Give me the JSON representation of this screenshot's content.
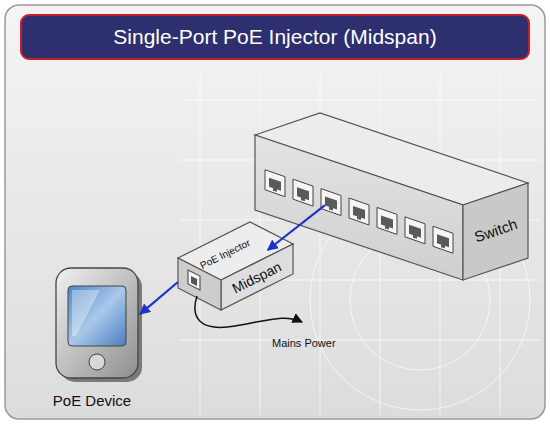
{
  "diagram": {
    "title": "Single-Port PoE Injector (Midspan)",
    "nodes": [
      {
        "text": [
          "Switch"
        ]
      },
      {
        "text": [
          "PoE Injector",
          "Midspan"
        ]
      },
      {
        "text": [
          "PoE Device"
        ]
      }
    ],
    "edges": [
      {
        "from": 0,
        "to": 1,
        "arrow": "to"
      },
      {
        "from": 1,
        "to": 2,
        "arrow": "to"
      }
    ],
    "labels": [
      "Mains Power"
    ]
  }
}
